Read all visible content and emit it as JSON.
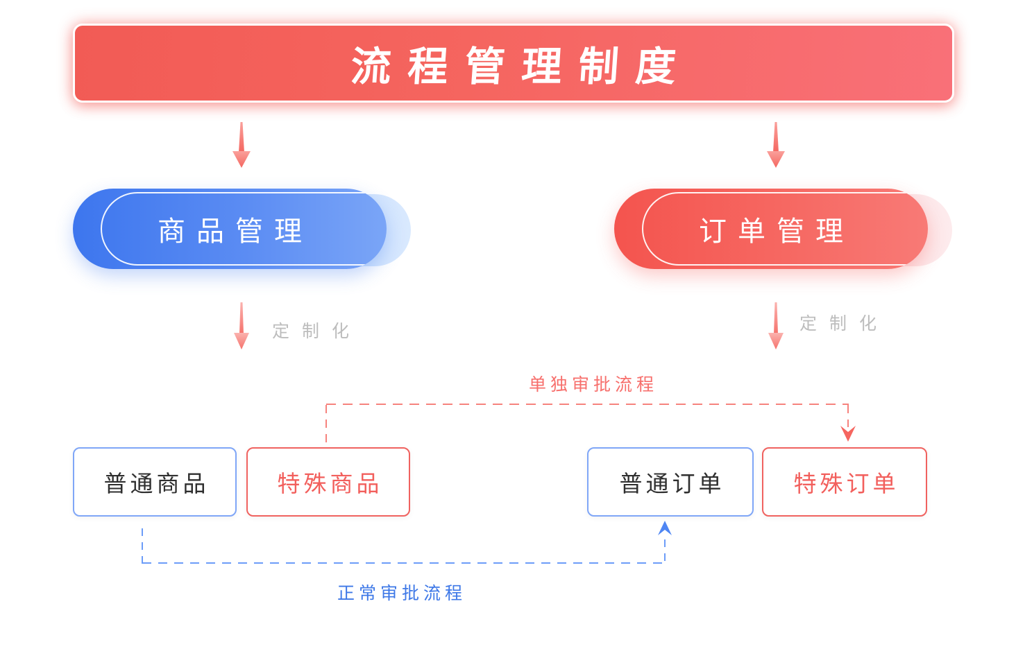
{
  "title": {
    "text": "流程管理制度"
  },
  "branches": {
    "product": {
      "label": "商品管理",
      "sublabel": "定制化"
    },
    "order": {
      "label": "订单管理",
      "sublabel": "定制化"
    }
  },
  "flows": {
    "special": {
      "label": "单独审批流程"
    },
    "normal": {
      "label": "正常审批流程"
    }
  },
  "boxes": {
    "normal_product": {
      "label": "普通商品"
    },
    "special_product": {
      "label": "特殊商品"
    },
    "normal_order": {
      "label": "普通订单"
    },
    "special_order": {
      "label": "特殊订单"
    }
  },
  "icons": {
    "banner_to_product": "down-arrow",
    "banner_to_order": "down-arrow",
    "product_customize": "down-arrow",
    "order_customize": "down-arrow",
    "special_flow_head": "down-chevron-arrow",
    "normal_flow_head": "up-chevron-arrow"
  },
  "colors": {
    "banner_red_start": "#f25b55",
    "banner_red_end": "#f97078",
    "pill_blue_start": "#3d76ee",
    "pill_blue_end": "#7aa5f7",
    "pill_red_start": "#f4544e",
    "pill_red_end": "#f87a76",
    "arrow_pink_light": "#faa09b",
    "arrow_pink_dark": "#f4665f",
    "flow_dash_red": "#f6827d",
    "flow_dash_blue": "#6c9cf8",
    "flow_label_red": "#f76f6c",
    "flow_label_blue": "#3e78e7",
    "customize_gray": "#bdbdbd",
    "box_border_blue": "#7fa6f7",
    "box_border_red": "#f0625f",
    "box_text_dark": "#2f2f2f",
    "box_text_red": "#f25f5c"
  }
}
